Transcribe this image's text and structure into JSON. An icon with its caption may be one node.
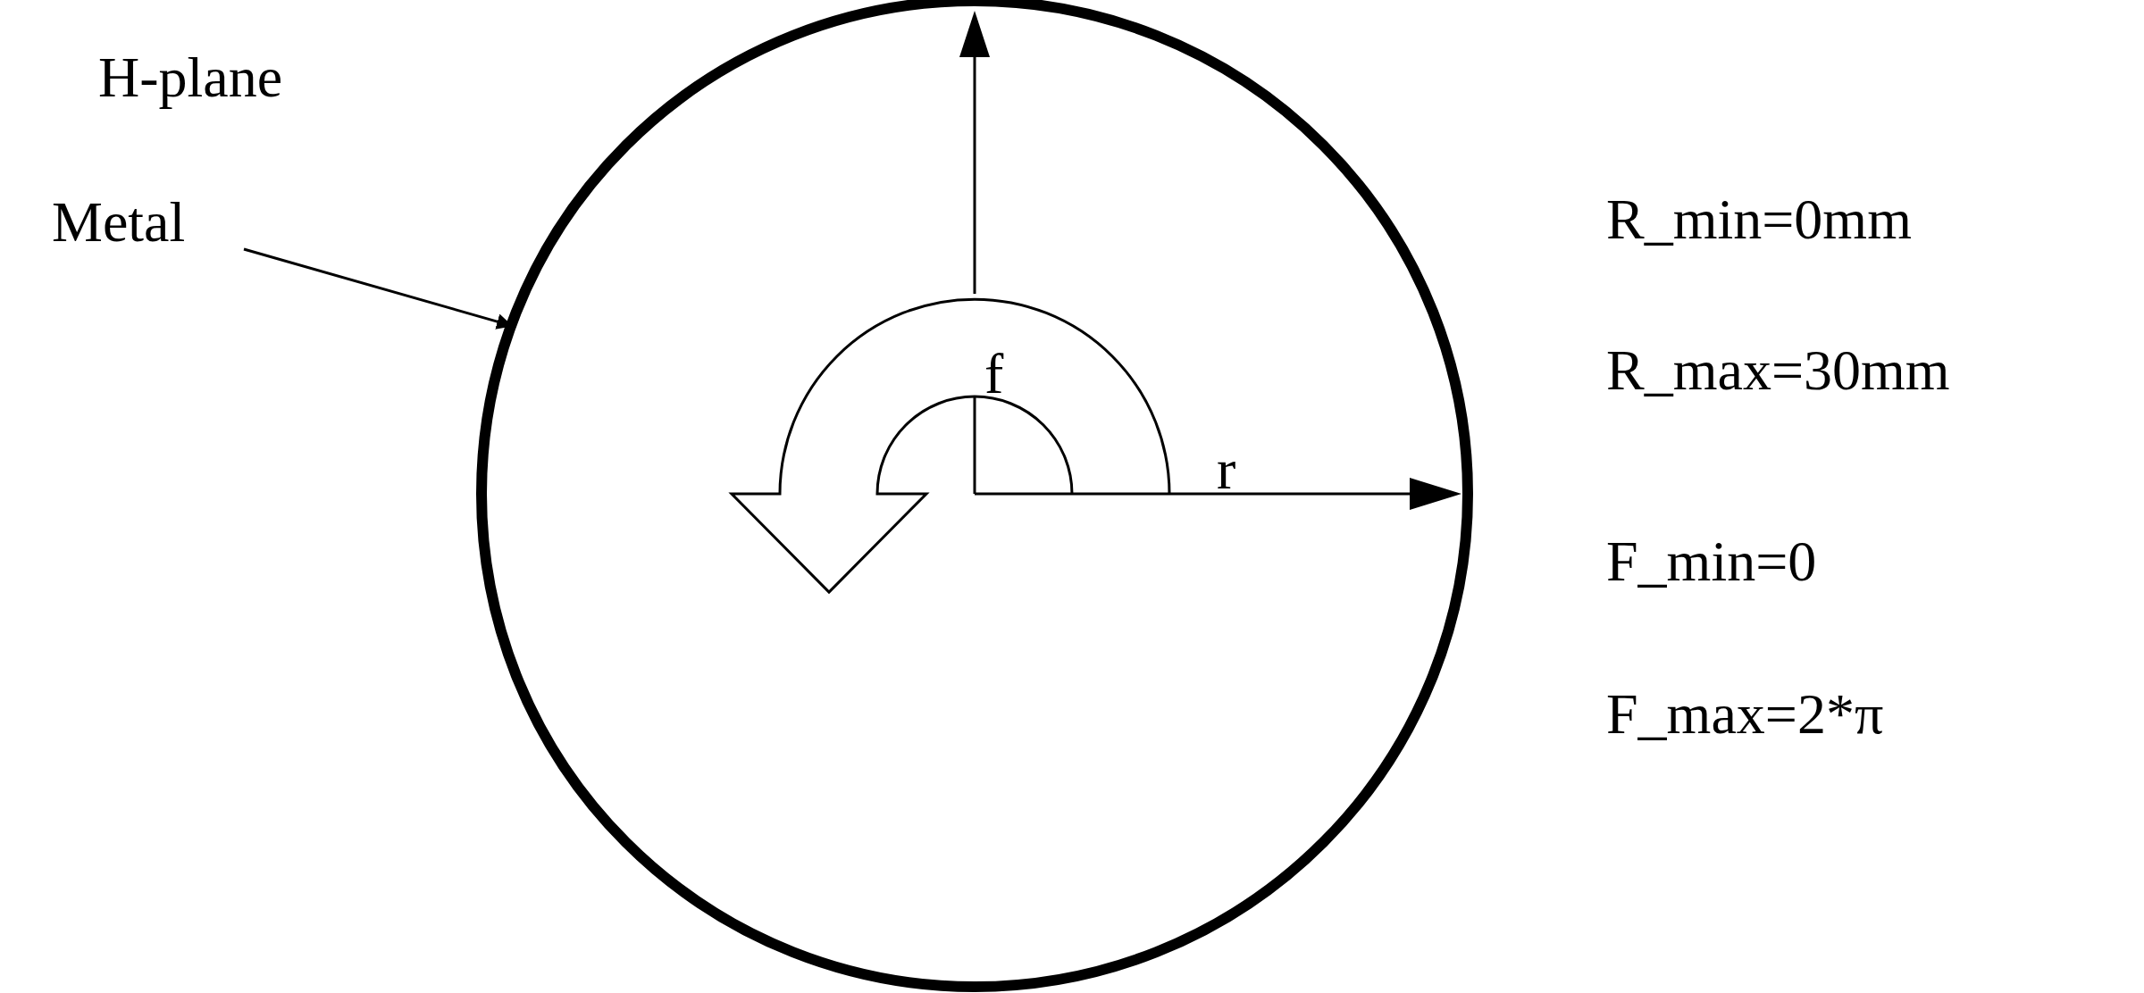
{
  "diagram": {
    "nodes": [
      {
        "text": [
          "Metal"
        ]
      },
      {
        "text": [],
        "shape": "circle"
      }
    ],
    "edges": [
      {
        "from": 0,
        "to": 1,
        "arrow": "to"
      }
    ],
    "labels": [
      "H-plane",
      "f",
      "r",
      "R_min=0mm",
      "R_max=30mm",
      "F_min=0",
      "F_max=2*π"
    ]
  }
}
